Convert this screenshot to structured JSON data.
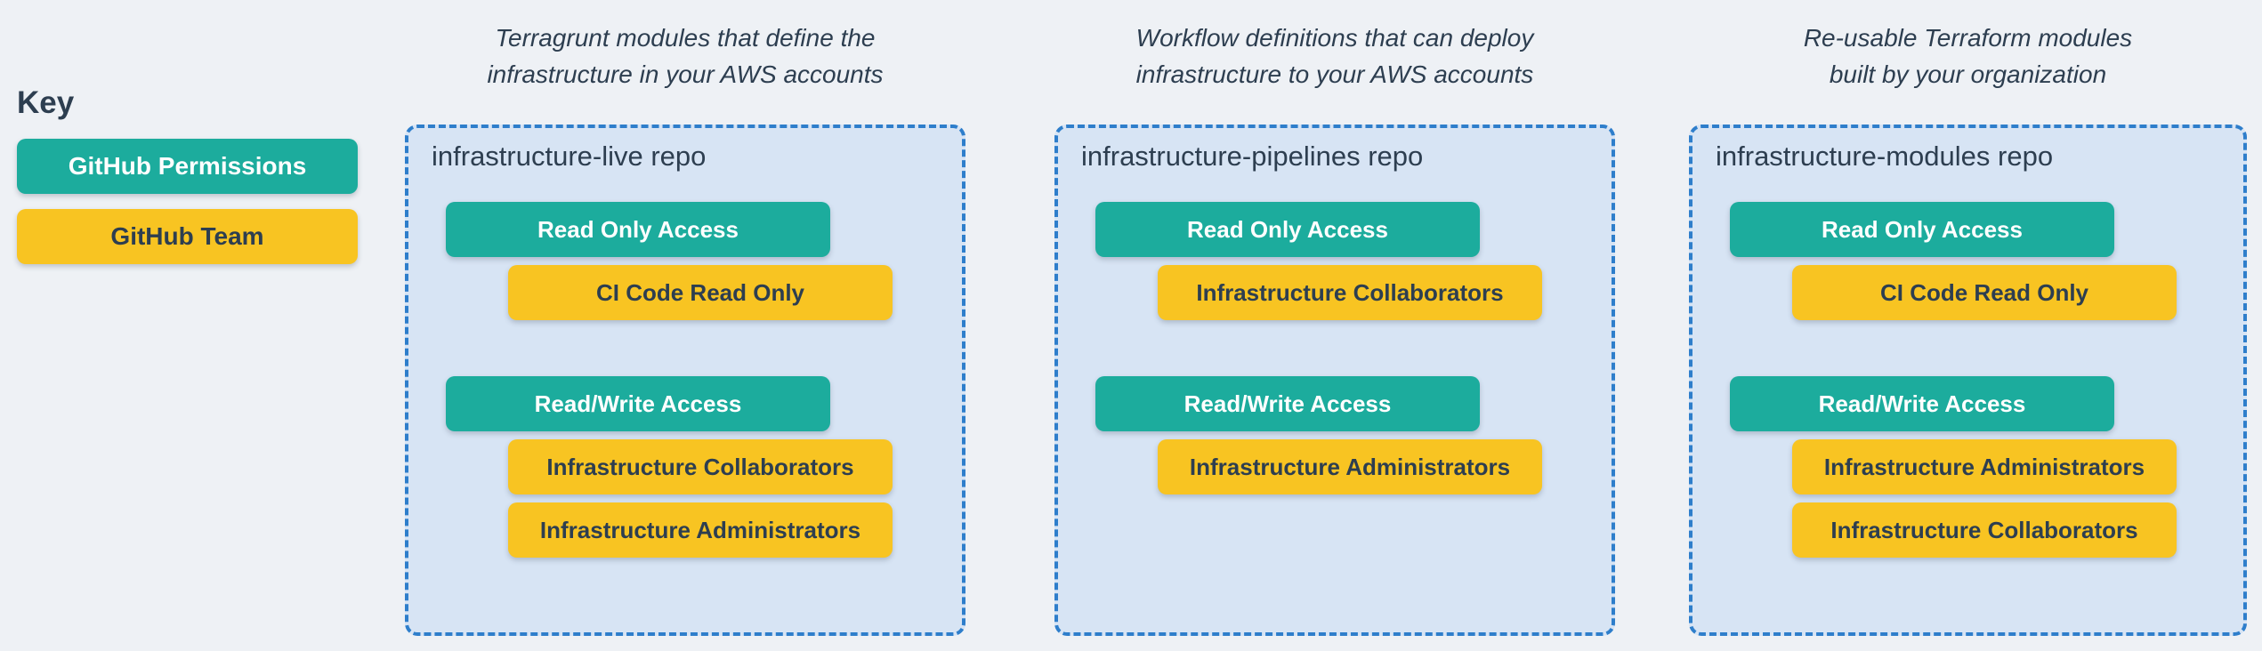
{
  "colors": {
    "background": "#eef1f5",
    "permission_teal": "#1cac9d",
    "team_yellow": "#f8c422",
    "text_navy": "#2d3e50",
    "box_fill": "#d7e4f4",
    "box_border_blue": "#2e7ecb"
  },
  "key": {
    "heading": "Key",
    "permission_label": "GitHub Permissions",
    "team_label": "GitHub Team"
  },
  "columns": [
    {
      "header_line1": "Terragrunt modules that define the",
      "header_line2": "infrastructure in your AWS accounts",
      "repo_title": "infrastructure-live repo",
      "groups": [
        {
          "permission": "Read Only Access",
          "teams": [
            "CI Code Read Only"
          ]
        },
        {
          "permission": "Read/Write Access",
          "teams": [
            "Infrastructure Collaborators",
            "Infrastructure Administrators"
          ]
        }
      ]
    },
    {
      "header_line1": "Workflow definitions that can deploy",
      "header_line2": "infrastructure to your AWS accounts",
      "repo_title": "infrastructure-pipelines repo",
      "groups": [
        {
          "permission": "Read Only Access",
          "teams": [
            "Infrastructure Collaborators"
          ]
        },
        {
          "permission": "Read/Write Access",
          "teams": [
            "Infrastructure Administrators"
          ]
        }
      ]
    },
    {
      "header_line1": "Re-usable Terraform modules",
      "header_line2": "built by your organization",
      "repo_title": "infrastructure-modules repo",
      "groups": [
        {
          "permission": "Read Only Access",
          "teams": [
            "CI Code Read Only"
          ]
        },
        {
          "permission": "Read/Write Access",
          "teams": [
            "Infrastructure Administrators",
            "Infrastructure Collaborators"
          ]
        }
      ]
    }
  ]
}
